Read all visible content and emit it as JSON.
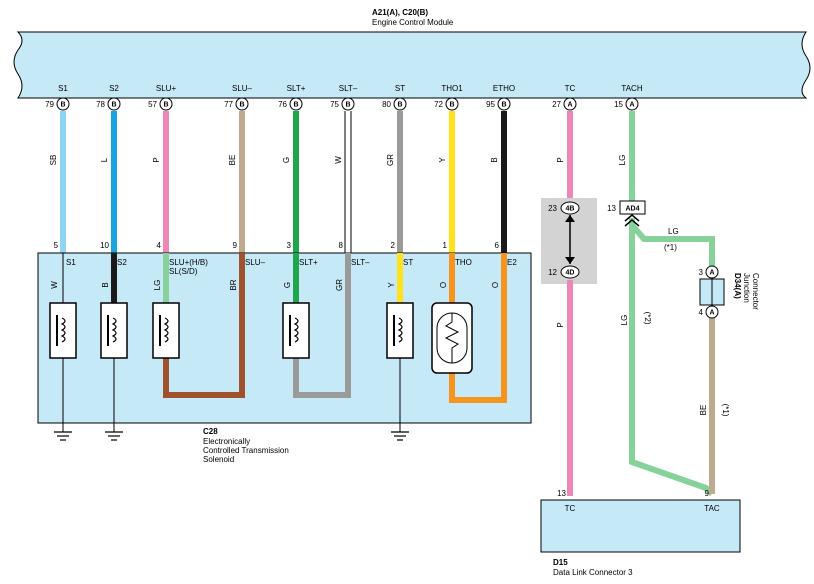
{
  "ecm": {
    "id": "A21(A), C20(B)",
    "name": "Engine Control Module",
    "terminals": [
      {
        "name": "S1",
        "pin": "79",
        "conn": "B"
      },
      {
        "name": "S2",
        "pin": "78",
        "conn": "B"
      },
      {
        "name": "SLU+",
        "pin": "57",
        "conn": "B"
      },
      {
        "name": "SLU–",
        "pin": "77",
        "conn": "B"
      },
      {
        "name": "SLT+",
        "pin": "76",
        "conn": "B"
      },
      {
        "name": "SLT–",
        "pin": "75",
        "conn": "B"
      },
      {
        "name": "ST",
        "pin": "80",
        "conn": "B"
      },
      {
        "name": "THO1",
        "pin": "72",
        "conn": "B"
      },
      {
        "name": "ETHO",
        "pin": "95",
        "conn": "B"
      },
      {
        "name": "TC",
        "pin": "27",
        "conn": "A"
      },
      {
        "name": "TACH",
        "pin": "15",
        "conn": "A"
      }
    ]
  },
  "upper_wires": [
    {
      "code": "SB",
      "color": "#8fd3f5"
    },
    {
      "code": "L",
      "color": "#1aa3e0"
    },
    {
      "code": "P",
      "color": "#ee86b8"
    },
    {
      "code": "BE",
      "color": "#bfa98f"
    },
    {
      "code": "G",
      "color": "#1fa64b"
    },
    {
      "code": "W",
      "color": "#ffffff"
    },
    {
      "code": "GR",
      "color": "#9a9a9a"
    },
    {
      "code": "Y",
      "color": "#ffe21a"
    },
    {
      "code": "B",
      "color": "#1a1a1a"
    },
    {
      "code": "P",
      "color": "#ee86b8"
    },
    {
      "code": "LG",
      "color": "#86d29a"
    }
  ],
  "solenoid": {
    "id": "C28",
    "name_line1": "Electronically",
    "name_line2": "Controlled Transmission",
    "name_line3": "Solenoid",
    "pins": [
      {
        "pin": "5",
        "label": "S1"
      },
      {
        "pin": "10",
        "label": "S2"
      },
      {
        "pin": "4",
        "label": "SLU+(H/B)"
      },
      {
        "pin": "9",
        "label": "SLU–"
      },
      {
        "pin": "3",
        "label": "SLT+"
      },
      {
        "pin": "8",
        "label": "SLT–"
      },
      {
        "pin": "2",
        "label": "ST"
      },
      {
        "pin": "1",
        "label": "THO"
      },
      {
        "pin": "6",
        "label": "E2"
      }
    ],
    "sl_label": "SL(S/D)",
    "internal_codes": [
      "W",
      "B",
      "LG",
      "BR",
      "G",
      "GR",
      "Y",
      "O",
      "O"
    ]
  },
  "tc_junction": {
    "top_pin": "23",
    "top_conn": "4B",
    "bottom_pin": "12",
    "bottom_conn": "4D",
    "lower_code": "P"
  },
  "ad4": {
    "pin": "13",
    "label": "AD4"
  },
  "lg_branch": {
    "code": "LG",
    "note": "(*1)"
  },
  "lg_lower": {
    "code": "LG",
    "note": "(*2)"
  },
  "d34": {
    "id": "D34(A)",
    "name_line1": "Junction",
    "name_line2": "Connector",
    "pin_top": "3",
    "pin_bottom": "4",
    "conn": "A"
  },
  "be_lower": {
    "code": "BE",
    "note": "(*1)"
  },
  "dlc": {
    "id": "D15",
    "name": "Data Link Connector 3",
    "pin_tc": "13",
    "pin_tac": "9",
    "label_tc": "TC",
    "label_tac": "TAC"
  },
  "colors": {
    "ecm_fill": "#c6e9f8",
    "box_fill": "#c6e9f8",
    "brown": "#a0522d",
    "gray": "#9a9a9a",
    "orange": "#f7941d",
    "pink": "#ee86b8",
    "lightgreen": "#86d29a",
    "beige": "#bfa98f",
    "black": "#1a1a1a",
    "junction_gray": "#d3d3d3"
  }
}
